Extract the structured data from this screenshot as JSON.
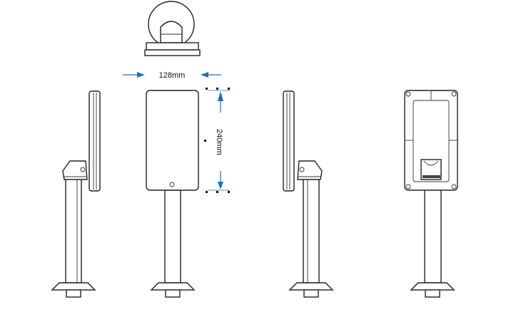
{
  "dimensions": {
    "width_label": "128mm",
    "height_label": "240mm"
  },
  "views": [
    "top-view",
    "left-side-view",
    "front-view",
    "right-side-view",
    "back-view"
  ],
  "colors": {
    "arrow": "#1f6fb5",
    "line": "#222222"
  }
}
